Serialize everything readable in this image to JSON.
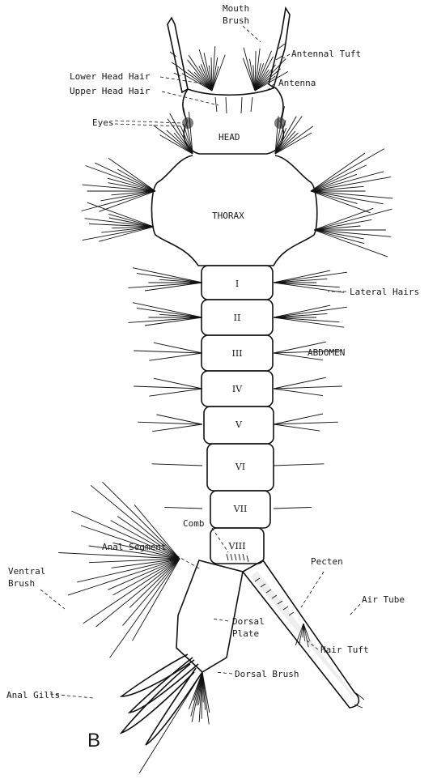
{
  "labels": {
    "mouth_brush_1": "Mouth",
    "mouth_brush_2": "Brush",
    "antennal_tuft": "Antennal Tuft",
    "lower_head_hair": "Lower Head Hair",
    "upper_head_hair": "Upper Head Hair",
    "antenna": "Antenna",
    "eyes": "Eyes",
    "head": "HEAD",
    "thorax": "THORAX",
    "lateral_hairs": "Lateral Hairs",
    "abdomen": "ABDOMEN",
    "comb": "Comb",
    "anal_segment": "Anal Segment",
    "pecten": "Pecten",
    "ventral_brush_1": "Ventral",
    "ventral_brush_2": "Brush",
    "air_tube": "Air Tube",
    "dorsal_plate_1": "Dorsal",
    "dorsal_plate_2": "Plate",
    "hair_tuft": "Hair Tuft",
    "dorsal_brush": "Dorsal Brush",
    "anal_gills": "Anal Gills",
    "figure_letter": "B"
  },
  "segments": [
    "I",
    "II",
    "III",
    "IV",
    "V",
    "VI",
    "VII",
    "VIII"
  ]
}
